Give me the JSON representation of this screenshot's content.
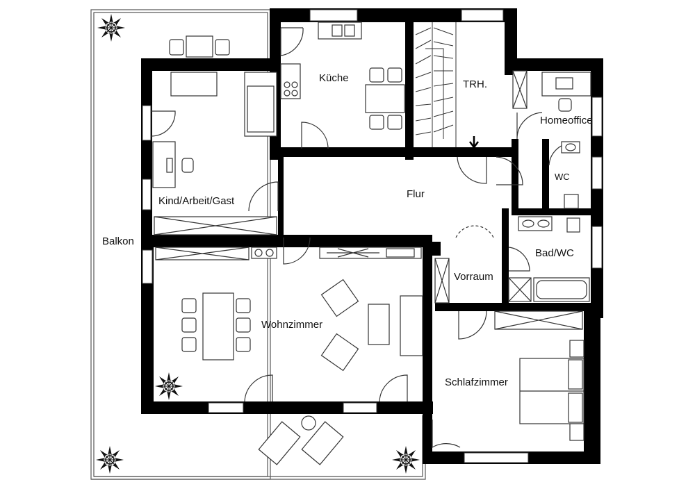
{
  "rooms": {
    "kueche": "Küche",
    "treppenhaus": "TRH.",
    "homeoffice": "Homeoffice",
    "wc": "WC",
    "kind": "Kind/Arbeit/Gast",
    "flur": "Flur",
    "balkon": "Balkon",
    "bad": "Bad/WC",
    "vorraum": "Vorraum",
    "wohnzimmer": "Wohnzimmer",
    "schlafzimmer": "Schlafzimmer"
  },
  "colors": {
    "wall": "#000000",
    "line": "#333333",
    "background": "#ffffff"
  }
}
